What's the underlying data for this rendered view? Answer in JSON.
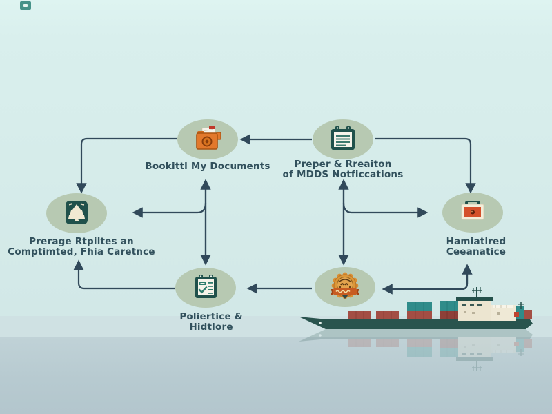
{
  "scene": {
    "type": "flow-diagram-illustration",
    "illustration": "container-ship-at-sea-with-reflection",
    "corner_mark": "teal-logo-mark",
    "colors": {
      "sky": "#d9efec",
      "water_upper": "#cfe1e3",
      "water_lower": "#b9ccd2",
      "node_circle": "#b7c9b2",
      "arrow": "#31495a",
      "label_text": "#31505c",
      "icon_dark_teal": "#20514b",
      "icon_orange": "#e2792c",
      "badge_gold": "#dc9738",
      "ship_hull": "#29544e",
      "container_red": "#a34e44",
      "container_teal": "#2f8c8a"
    }
  },
  "diagram": {
    "nodes": [
      {
        "id": "documents",
        "icon": "folder-documents-icon",
        "label_lines": [
          "Bookittl My Documents"
        ]
      },
      {
        "id": "mdds-notifications",
        "icon": "notepad-icon",
        "label_lines": [
          "Preper & Rreaiton",
          "of MDDS Notficcations"
        ]
      },
      {
        "id": "clearance-left",
        "icon": "bell-icon",
        "label_lines": [
          "Prerage Rtpiltes an",
          "Comptimted, Fhia Caretnce"
        ]
      },
      {
        "id": "clearance-right",
        "icon": "briefcase-icon",
        "label_lines": [
          "Hamiatlred",
          "Ceeanatice"
        ]
      },
      {
        "id": "checklist",
        "icon": "clipboard-check-icon",
        "label_lines": [
          "Poliertice &",
          "Hidtlore"
        ]
      },
      {
        "id": "seal",
        "icon": "badge-seal-icon",
        "label_lines": []
      }
    ],
    "connections": [
      {
        "from": "mdds-notifications",
        "to": "documents",
        "style": "single-left"
      },
      {
        "from": "documents",
        "to": "clearance-left",
        "style": "corner-down"
      },
      {
        "from": "mdds-notifications",
        "to": "clearance-right",
        "style": "corner-down"
      },
      {
        "from": "documents",
        "to": "checklist",
        "style": "double-headed-vertical",
        "branch_to": "clearance-left"
      },
      {
        "from": "mdds-notifications",
        "to": "seal",
        "style": "double-headed-vertical",
        "branch_to": "clearance-right"
      },
      {
        "from": "seal",
        "to": "checklist",
        "style": "single-left"
      },
      {
        "from": "checklist",
        "to": "clearance-left",
        "style": "corner-up"
      },
      {
        "from": "seal",
        "to": "clearance-right",
        "style": "corner-double"
      }
    ]
  }
}
